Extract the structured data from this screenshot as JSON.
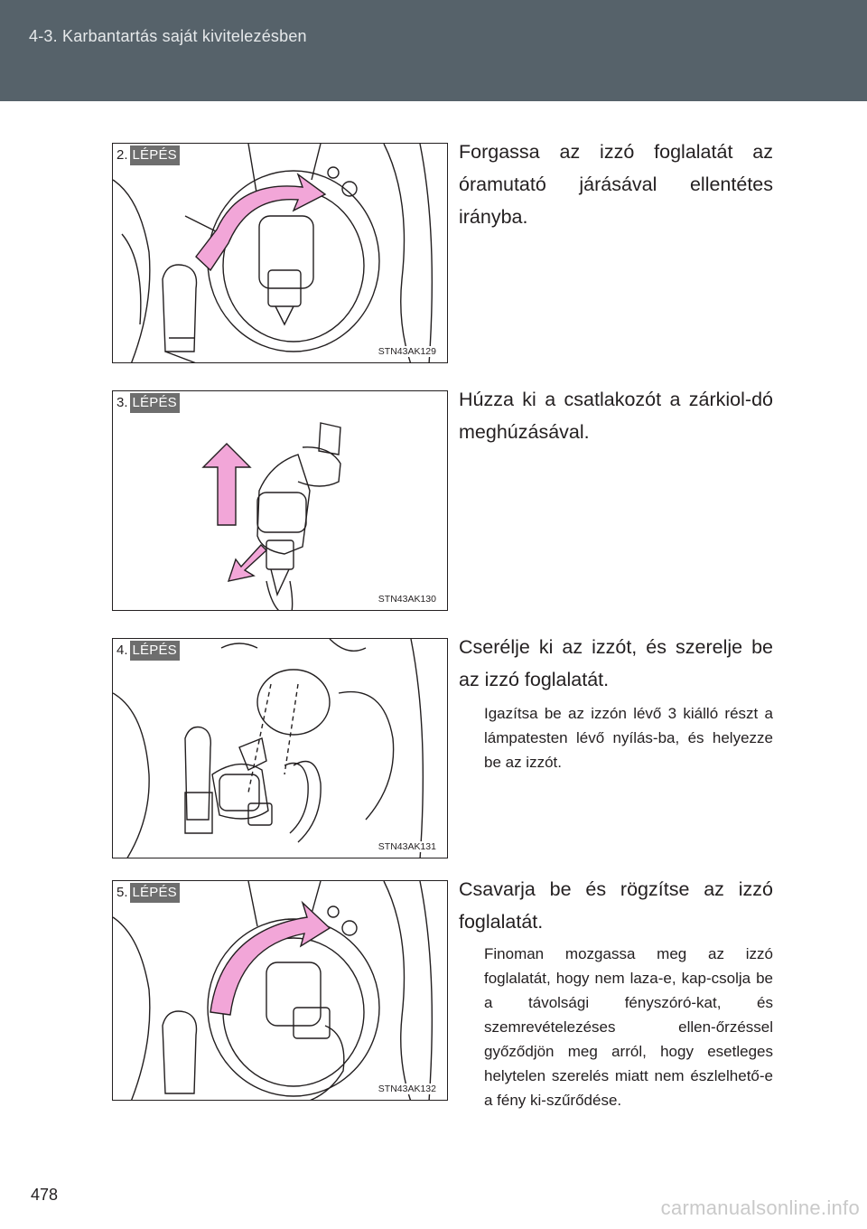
{
  "header": {
    "title": "4-3. Karbantartás saját kivitelezésben"
  },
  "steps": [
    {
      "num": "2.",
      "word": "LÉPÉS",
      "code": "STN43AK129",
      "instruction": "Forgassa az izzó foglalatát az óramutató járásával ellentétes irányba.",
      "note": ""
    },
    {
      "num": "3.",
      "word": "LÉPÉS",
      "code": "STN43AK130",
      "instruction": "Húzza ki a csatlakozót a zárkiol-dó meghúzásával.",
      "note": ""
    },
    {
      "num": "4.",
      "word": "LÉPÉS",
      "code": "STN43AK131",
      "instruction": "Cserélje ki az izzót, és szerelje be az izzó foglalatát.",
      "note": "Igazítsa be az izzón lévő 3 kiálló részt a lámpatesten lévő nyílás-ba, és helyezze be az izzót."
    },
    {
      "num": "5.",
      "word": "LÉPÉS",
      "code": "STN43AK132",
      "instruction": "Csavarja be és rögzítse az izzó foglalatát.",
      "note": "Finoman mozgassa meg az izzó foglalatát, hogy nem laza-e, kap-csolja be a távolsági fényszóró-kat, és szemrevételezéses ellen-őrzéssel győződjön meg arról, hogy esetleges helytelen szerelés miatt nem észlelhető-e a fény ki-szűrődése."
    }
  ],
  "page_number": "478",
  "watermark": "carmanualsonline.info",
  "colors": {
    "header_bg": "#56626a",
    "arrow_pink": "#f2a6d8",
    "badge_gray": "#6e6e6e"
  }
}
